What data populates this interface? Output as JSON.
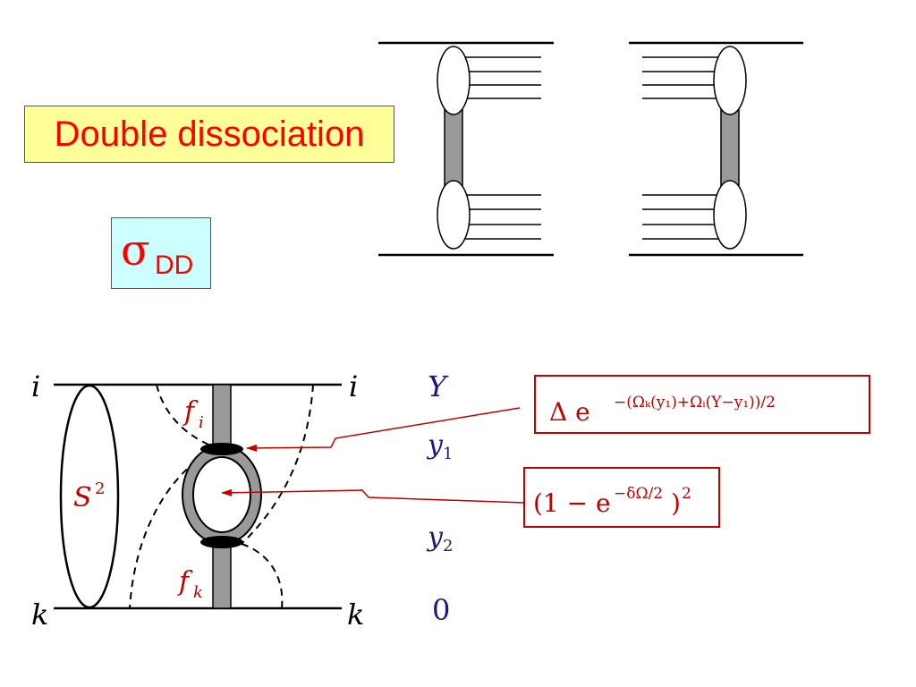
{
  "title": "Double dissociation",
  "sigma": {
    "symbol": "σ",
    "subscript": "DD"
  },
  "labels": {
    "i_left": "i",
    "i_right": "i",
    "k_left": "k",
    "k_right": "k",
    "S": "S",
    "S_exp": "2",
    "f_i": "f",
    "f_i_sub": "i",
    "f_k": "f",
    "f_k_sub": "k"
  },
  "rapidity": {
    "Y": "Y",
    "y1": "y",
    "y1_sub": "1",
    "y2": "y",
    "y2_sub": "2",
    "zero": "0"
  },
  "formulas": {
    "top_prefix": "Δ  e",
    "top_exponent": "−(Ωₖ(y₁)+Ωᵢ(Y−y₁))/2",
    "bottom_prefix": "(1 − e",
    "bottom_exponent": "−δΩ/2",
    "bottom_suffix": ")",
    "bottom_power": "2"
  },
  "colors": {
    "title_text": "#ff0000",
    "title_bg": "#ffff99",
    "sigma_bg": "#ccffff",
    "accent_red": "#c00000",
    "rapidity_blue": "#1a1a7a",
    "ladder_gray": "#999999"
  }
}
